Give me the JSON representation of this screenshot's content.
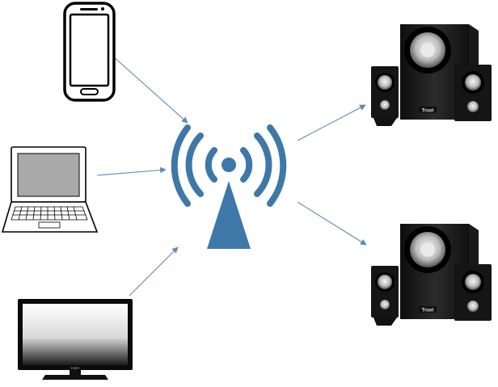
{
  "diagram": {
    "hub": {
      "icon": "wifi-antenna-icon",
      "color": "#3d78a8"
    },
    "sources": [
      {
        "id": "smartphone",
        "icon": "smartphone-icon"
      },
      {
        "id": "laptop",
        "icon": "laptop-icon"
      },
      {
        "id": "television",
        "icon": "television-icon",
        "brand": "sogno"
      }
    ],
    "outputs": [
      {
        "id": "speaker-set-top",
        "icon": "speaker-set-icon",
        "brand": "Trust"
      },
      {
        "id": "speaker-set-bottom",
        "icon": "speaker-set-icon",
        "brand": "Trust"
      }
    ],
    "connector_color": "#5b89b8"
  }
}
